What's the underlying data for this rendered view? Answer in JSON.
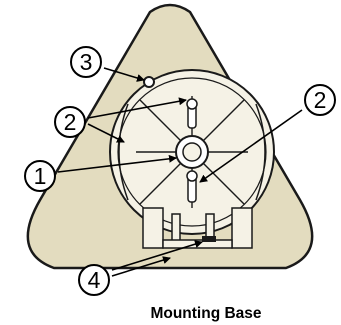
{
  "callouts": [
    {
      "number": "3"
    },
    {
      "number": "2"
    },
    {
      "number": "2"
    },
    {
      "number": "1"
    },
    {
      "number": "4"
    }
  ],
  "caption": "Mounting Base",
  "colors": {
    "base_fill": "#e3dcbf",
    "inner_fill": "#f5f2e6",
    "outline": "#1a1a1a",
    "slot_fill": "#ffffff"
  }
}
